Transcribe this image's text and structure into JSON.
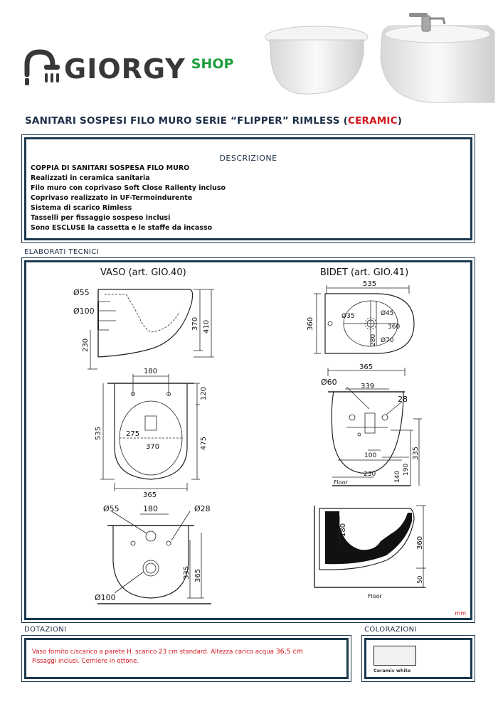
{
  "brand": {
    "name": "GIORGY",
    "shop": "SHOP",
    "accent_color": "#1e9e3c",
    "text_color": "#383838"
  },
  "title": {
    "prefix": "SANITARI SOSPESI FILO MURO SERIE “FLIPPER”  RIMLESS (",
    "material": "CERAMIC",
    "suffix": ")"
  },
  "description": {
    "heading": "DESCRIZIONE",
    "items": [
      "COPPIA DI SANITARI SOSPESA FILO MURO",
      "Realizzati in ceramica sanitaria",
      "Filo muro con coprivaso Soft Close Rallenty incluso",
      "Coprivaso realizzato in UF-Termoindurente",
      "Sistema di scarico Rimless",
      "Tasselli per fissaggio sospeso inclusi",
      "Sono ESCLUSE la cassetta e le staffe da incasso"
    ]
  },
  "technical": {
    "section_label": "ELABORATI TECNICI",
    "vaso_title": "VASO (art. GIO.40)",
    "bidet_title": "BIDET (art. GIO.41)",
    "unit": "mm",
    "vaso_side": {
      "d1": "Ø55",
      "d2": "Ø100",
      "h1": "230",
      "h2": "370",
      "h3": "410"
    },
    "vaso_top": {
      "w1": "180",
      "h1": "120",
      "h2": "535",
      "h3": "475",
      "a1": "275",
      "a2": "370",
      "w2": "365"
    },
    "vaso_back": {
      "d1": "Ø55",
      "w1": "180",
      "d2": "Ø28",
      "h1": "335",
      "h2": "365",
      "d3": "Ø100"
    },
    "bidet_top": {
      "w1": "535",
      "h1": "360",
      "d1": "Ø35",
      "d2": "Ø45",
      "w2": "360",
      "h2": "280",
      "d3": "Ø70"
    },
    "bidet_back": {
      "w1": "365",
      "d1": "Ø60",
      "w2": "339",
      "d2": "28",
      "h1": "335",
      "w3": "100",
      "h2": "140",
      "h3": "190",
      "w4": "230",
      "floor": "Floor"
    },
    "bidet_side": {
      "h1": "180",
      "h2": "360",
      "h3": "50",
      "floor": "Floor"
    }
  },
  "dotazioni": {
    "label": "DOTAZIONI",
    "line1": "Vaso fornito c/scarico a parete H. scarico 23 cm standard. Altezza carico acqua ",
    "line1_value": "36,5 cm",
    "line2": "Fissaggi inclusi. Cerniere in ottone."
  },
  "colorazioni": {
    "label": "COLORAZIONI",
    "swatch_label": "Ceramic white",
    "swatch_color": "#f2f2f2"
  }
}
